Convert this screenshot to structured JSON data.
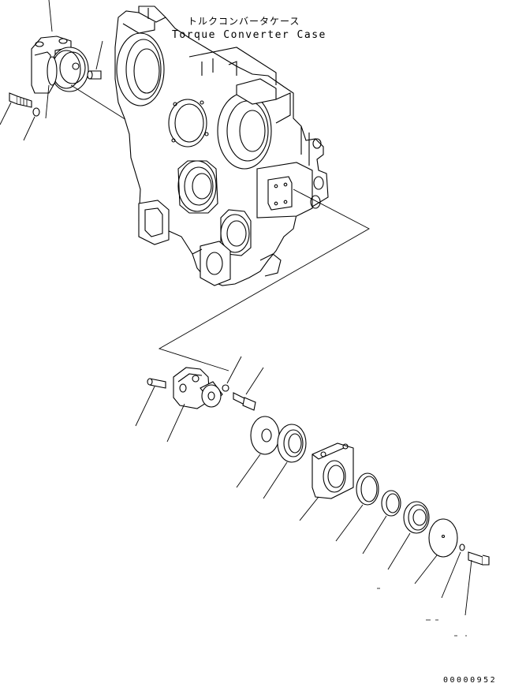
{
  "case_label": {
    "japanese": "トルクコンバータケース",
    "english": "Torque Converter Case"
  },
  "drawing_number": "00000952"
}
